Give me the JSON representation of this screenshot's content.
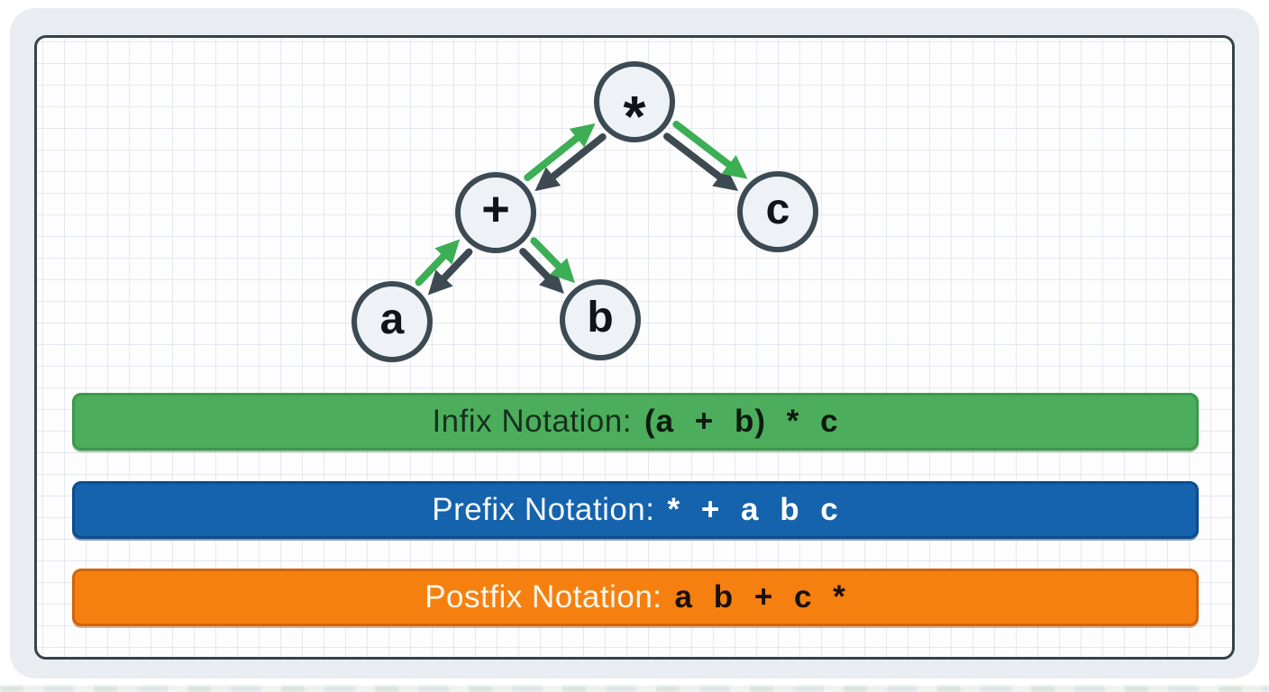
{
  "diagram_title": "expression-tree-notations",
  "tree": {
    "nodes": [
      {
        "id": "root",
        "label": "*"
      },
      {
        "id": "plus",
        "label": "+"
      },
      {
        "id": "a",
        "label": "a"
      },
      {
        "id": "b",
        "label": "b"
      },
      {
        "id": "c",
        "label": "c"
      }
    ],
    "edges": [
      {
        "from": "*",
        "to": "+"
      },
      {
        "from": "*",
        "to": "c"
      },
      {
        "from": "+",
        "to": "a"
      },
      {
        "from": "+",
        "to": "b"
      }
    ]
  },
  "banners": [
    {
      "name": "infix",
      "label": "Infix Notation:",
      "expression": "(a + b) * c",
      "fill": "#4cae5c",
      "border": "#3a9a4b"
    },
    {
      "name": "prefix",
      "label": "Prefix Notation:",
      "expression": "* + a b c",
      "fill": "#1562ad",
      "border": "#0e4c8e"
    },
    {
      "name": "postfix",
      "label": "Postfix Notation:",
      "expression": "a b + c *",
      "fill": "#f5800f",
      "border": "#d2650a"
    }
  ],
  "colors": {
    "edge_dark": "#3e4a52",
    "edge_green": "#3cae54",
    "node_fill": "#eef2f6",
    "node_border": "#3c4a54",
    "card_bg": "#e9edf2",
    "panel_border": "#35434d"
  }
}
